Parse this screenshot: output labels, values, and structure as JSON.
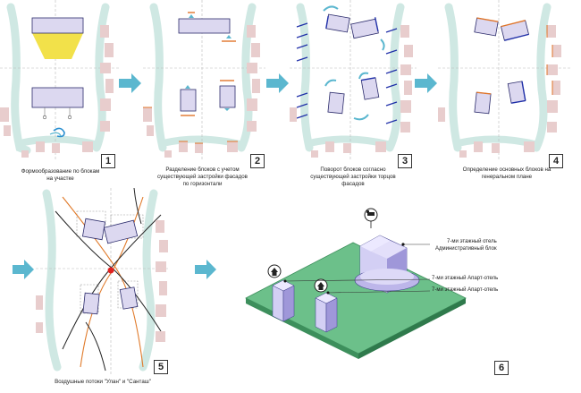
{
  "steps": [
    {
      "number": "1",
      "caption_lines": [
        "Формообразование по блокам",
        "на участке"
      ]
    },
    {
      "number": "2",
      "caption_lines": [
        "Разделение блоков с учетом",
        "существующей застройки фасадов",
        "по горизонтали"
      ]
    },
    {
      "number": "3",
      "caption_lines": [
        "Поворот блоков согласно",
        "существующей застройки торцов",
        "фасадов"
      ]
    },
    {
      "number": "4",
      "caption_lines": [
        "Определение основных блоков на",
        "генеральном плане"
      ]
    },
    {
      "number": "5",
      "caption_lines": [
        "Воздушные потоки \"Улан\" и \"Санташ\""
      ]
    },
    {
      "number": "6",
      "caption_lines": []
    }
  ],
  "legend": {
    "hotel_line1": "7-ми этажный отель",
    "hotel_line2": "Административный блок",
    "apart1": "7-ми этажный Апарт-отель",
    "apart2": "7-ми этажный Апарт-отель"
  },
  "icons": {
    "flow_arrow": "arrow-right-icon",
    "hotel": "bed-icon",
    "apart": "house-icon",
    "wind": "wind-swirl-icon"
  },
  "colors": {
    "site_outline": "#cfe8e3",
    "building_pink": "#e8cdcd",
    "block_fill": "#dcd8f0",
    "block_stroke": "#2b2b6b",
    "sun_yellow": "#f2e14a",
    "arrow_blue": "#5bb7cf",
    "facade_orange": "#e0752a",
    "facade_blue": "#1f2fa8",
    "wind_orange": "#e07a2a",
    "wind_dark": "#222222",
    "ground_green": "#6cc08a",
    "building_lilac": "#c8c2ee"
  }
}
